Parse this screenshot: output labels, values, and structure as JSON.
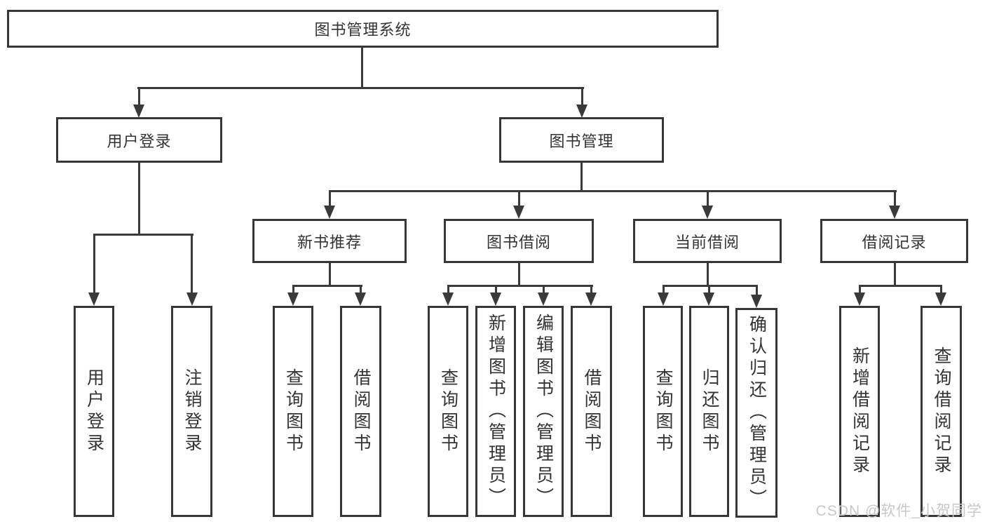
{
  "diagram_type": "hierarchy-tree",
  "colors": {
    "background": "#ffffff",
    "box_border": "#373737",
    "connector_line": "#3a3a3a",
    "text": "#333333",
    "watermark_text": "#c8c8c8"
  },
  "tree": {
    "label": "图书管理系统",
    "children": [
      {
        "label": "用户登录",
        "children": [
          {
            "label": "用户登录"
          },
          {
            "label": "注销登录"
          }
        ]
      },
      {
        "label": "图书管理",
        "children": [
          {
            "label": "新书推荐",
            "children": [
              {
                "label": "查询图书"
              },
              {
                "label": "借阅图书"
              }
            ]
          },
          {
            "label": "图书借阅",
            "children": [
              {
                "label": "查询图书"
              },
              {
                "label": "新增图书（管理员）"
              },
              {
                "label": "编辑图书（管理员）"
              },
              {
                "label": "借阅图书"
              }
            ]
          },
          {
            "label": "当前借阅",
            "children": [
              {
                "label": "查询图书"
              },
              {
                "label": "归还图书"
              },
              {
                "label": "确认归还（管理员）"
              }
            ]
          },
          {
            "label": "借阅记录",
            "children": [
              {
                "label": "新增借阅记录"
              },
              {
                "label": "查询借阅记录"
              }
            ]
          }
        ]
      }
    ]
  },
  "watermark": "CSDN @软件_小贺同学"
}
